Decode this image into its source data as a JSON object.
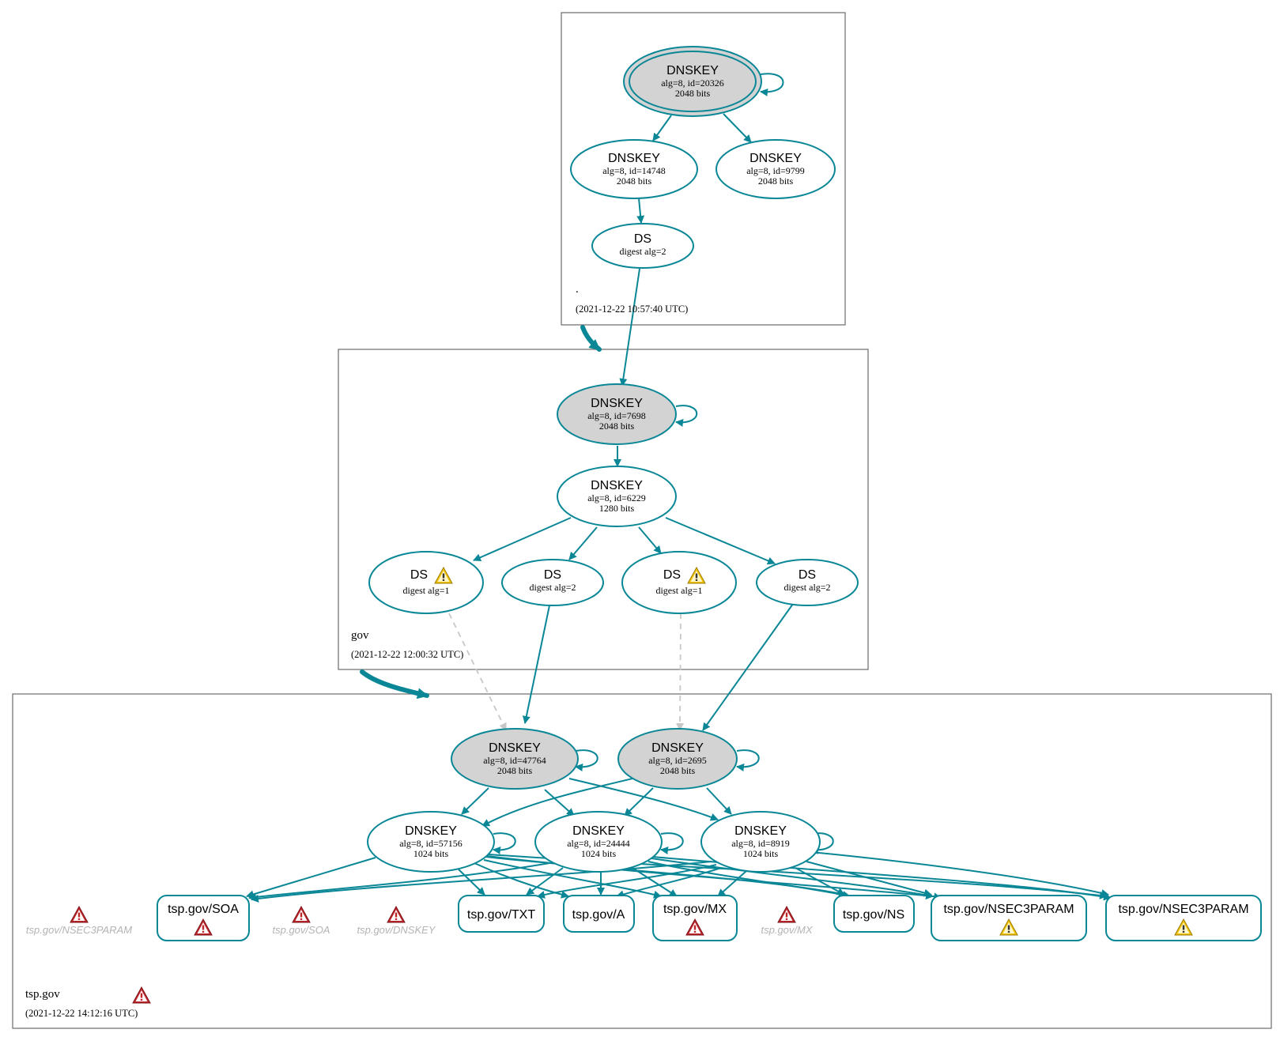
{
  "colors": {
    "edge": "#0a8796",
    "sep_fill": "#d3d3d3",
    "dashed_edge": "#c8c8c8",
    "zone_border": "#6b6b6b",
    "error_icon": "#c0272d",
    "warning_icon": "#f2c200",
    "nonexistent_text": "#b4b4b4"
  },
  "zones": {
    "root": {
      "name": ".",
      "timestamp": "(2021-12-22 10:57:40 UTC)"
    },
    "gov": {
      "name": "gov",
      "timestamp": "(2021-12-22 12:00:32 UTC)"
    },
    "tsp": {
      "name": "tsp.gov",
      "timestamp": "(2021-12-22 14:12:16 UTC)",
      "status_icon": "error-icon"
    }
  },
  "nodes": {
    "root_ksk": {
      "title": "DNSKEY",
      "line1": "alg=8, id=20326",
      "line2": "2048 bits"
    },
    "root_zsk1": {
      "title": "DNSKEY",
      "line1": "alg=8, id=14748",
      "line2": "2048 bits"
    },
    "root_zsk2": {
      "title": "DNSKEY",
      "line1": "alg=8, id=9799",
      "line2": "2048 bits"
    },
    "root_ds": {
      "title": "DS",
      "line1": "digest alg=2"
    },
    "gov_ksk": {
      "title": "DNSKEY",
      "line1": "alg=8, id=7698",
      "line2": "2048 bits"
    },
    "gov_zsk": {
      "title": "DNSKEY",
      "line1": "alg=8, id=6229",
      "line2": "1280 bits"
    },
    "gov_ds1": {
      "title": "DS",
      "line1": "digest alg=1",
      "icon": "warning-icon"
    },
    "gov_ds2": {
      "title": "DS",
      "line1": "digest alg=2"
    },
    "gov_ds3": {
      "title": "DS",
      "line1": "digest alg=1",
      "icon": "warning-icon"
    },
    "gov_ds4": {
      "title": "DS",
      "line1": "digest alg=2"
    },
    "tsp_ksk1": {
      "title": "DNSKEY",
      "line1": "alg=8, id=47764",
      "line2": "2048 bits"
    },
    "tsp_ksk2": {
      "title": "DNSKEY",
      "line1": "alg=8, id=2695",
      "line2": "2048 bits"
    },
    "tsp_zsk1": {
      "title": "DNSKEY",
      "line1": "alg=8, id=57156",
      "line2": "1024 bits"
    },
    "tsp_zsk2": {
      "title": "DNSKEY",
      "line1": "alg=8, id=24444",
      "line2": "1024 bits"
    },
    "tsp_zsk3": {
      "title": "DNSKEY",
      "line1": "alg=8, id=8919",
      "line2": "1024 bits"
    }
  },
  "rrsets": {
    "soa": {
      "label": "tsp.gov/SOA",
      "icon": "error-icon"
    },
    "txt": {
      "label": "tsp.gov/TXT"
    },
    "a": {
      "label": "tsp.gov/A"
    },
    "mx": {
      "label": "tsp.gov/MX",
      "icon": "error-icon"
    },
    "ns": {
      "label": "tsp.gov/NS"
    },
    "nsec3param1": {
      "label": "tsp.gov/NSEC3PARAM",
      "icon": "warning-icon"
    },
    "nsec3param2": {
      "label": "tsp.gov/NSEC3PARAM",
      "icon": "warning-icon"
    }
  },
  "nonexistent": {
    "nsec3param": {
      "label": "tsp.gov/NSEC3PARAM",
      "icon": "error-icon"
    },
    "soa": {
      "label": "tsp.gov/SOA",
      "icon": "error-icon"
    },
    "dnskey": {
      "label": "tsp.gov/DNSKEY",
      "icon": "error-icon"
    },
    "mx": {
      "label": "tsp.gov/MX",
      "icon": "error-icon"
    }
  }
}
